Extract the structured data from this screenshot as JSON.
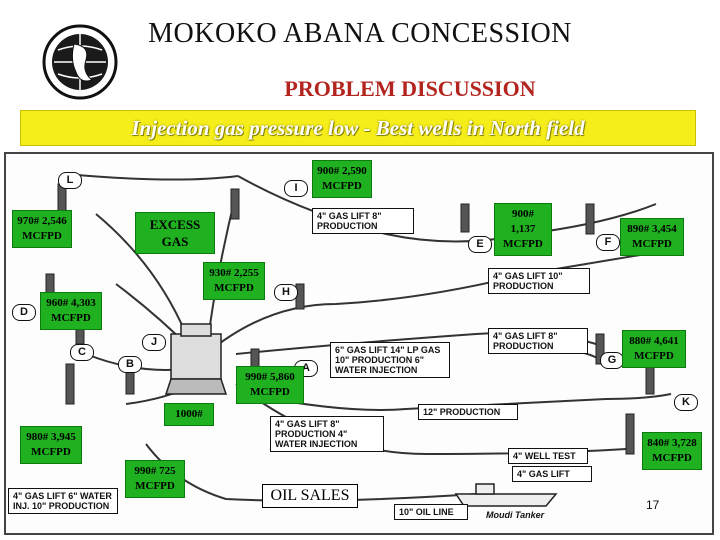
{
  "header": {
    "title": "MOKOKO ABANA CONCESSION",
    "subtitle": "PROBLEM DISCUSSION",
    "banner": "Injection gas pressure low - Best wells in North field"
  },
  "wells": {
    "top_center": "900# 2,590 MCFPD",
    "left_top": "970# 2,546 MCFPD",
    "excess_gas": "EXCESS GAS",
    "e_right": "900# 1,137 MCFPD",
    "f_right": "890# 3,454 MCFPD",
    "h_center": "930# 2,255 MCFPD",
    "d_left": "960# 4,303 MCFPD",
    "g_right": "880# 4,641 MCFPD",
    "a_center": "990# 5,860 MCFPD",
    "platform": "1000#",
    "c_left": "980# 3,945 MCFPD",
    "k_right": "840# 3,728 MCFPD",
    "b_bottom": "990# 725 MCFPD"
  },
  "oil_sales": "OIL SALES",
  "page_number": "17",
  "map_labels": {
    "well_L": "L",
    "well_I": "I",
    "well_E": "E",
    "well_F": "F",
    "well_H": "H",
    "well_D": "D",
    "well_J": "J",
    "well_C": "C",
    "well_B": "B",
    "well_A": "A",
    "well_G": "G",
    "well_K": "K",
    "i_lines": "4\" GAS LIFT 8\" PRODUCTION",
    "f_lines": "4\" GAS LIFT 10\" PRODUCTION",
    "g_lines": "4\" GAS LIFT 8\" PRODUCTION",
    "center_lines": "6\" GAS LIFT 14\" LP GAS 10\" PRODUCTION 6\" WATER INJECTION",
    "k_prod": "12\" PRODUCTION",
    "a_lines": "4\" GAS LIFT 8\" PRODUCTION 4\" WATER INJECTION",
    "well_test": "4\" WELL TEST",
    "k_gaslift": "4\" GAS LIFT",
    "c_lines": "4\" GAS LIFT 6\" WATER INJ. 10\" PRODUCTION",
    "oil_line": "10\" OIL LINE",
    "tanker": "Moudi Tanker"
  },
  "colors": {
    "banner": "#f6ee1a",
    "subtitle": "#b3241f",
    "callout": "#1fb11f"
  }
}
